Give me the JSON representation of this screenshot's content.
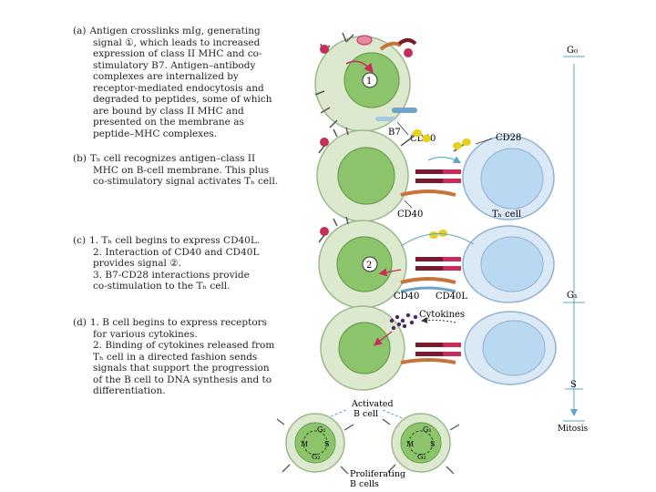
{
  "steps": [
    {
      "label": "(a)",
      "lines": [
        "Antigen crosslinks mIg, generating",
        "signal ①, which leads to increased",
        "expression of class II MHC and co-",
        "stimulatory B7. Antigen–antibody",
        "complexes are internalized by",
        "receptor-mediated endocytosis and",
        "degraded to peptides, some of which",
        "are bound by class II MHC and",
        "presented on the membrane as",
        "peptide–MHC complexes."
      ]
    },
    {
      "label": "(b)",
      "lines": [
        "Tₕ cell recognizes antigen–class II",
        "MHC on B-cell membrane. This plus",
        "co-stimulatory signal activates Tₕ cell."
      ]
    },
    {
      "label": "(c)",
      "lines": [
        "1. Tₕ cell begins to express CD40L.",
        "2. Interaction of CD40 and CD40L",
        "provides signal ②.",
        "3. B7-CD28 interactions provide",
        "co-stimulation to the Tₕ cell."
      ]
    },
    {
      "label": "(d)",
      "lines": [
        "1. B cell begins to express receptors",
        "for various cytokines.",
        "2. Binding of cytokines released from",
        "Tₕ cell in a directed fashion sends",
        "signals that support the progression",
        "of the B cell to DNA synthesis and to",
        "differentiation."
      ]
    }
  ],
  "labels": {
    "signal1": "1",
    "signal2": "2",
    "cd40_a": "CD40",
    "b7": "B7",
    "cd28": "CD28",
    "cd40_b": "CD40",
    "th_cell": "Tₕ cell",
    "cd40_c": "CD40",
    "cd40l": "CD40L",
    "cytokines": "Cytokines",
    "activated": "Activated",
    "b_cell": "B cell",
    "proliferating": "Proliferating",
    "b_cells": "B cells",
    "g1_cell": "G₁",
    "s_cell": "S",
    "m_cell": "M",
    "g2_cell": "G₂"
  },
  "timeline": {
    "g0": "G₀",
    "g1": "G₁",
    "s": "S",
    "mitosis": "Mitosis"
  },
  "colors": {
    "bcell_outer": "#dce9cf",
    "bcell_nucleus": "#8cc46c",
    "thcell_outer": "#dbe9f6",
    "thcell_nucleus": "#b9d8f2",
    "mhc": "#7a1a2e",
    "antigen": "#c82d5a",
    "b7": "#e8d020",
    "cd40": "#6fa3c8",
    "cd40l": "#c8733a",
    "arrow": "#5aa4c8"
  }
}
